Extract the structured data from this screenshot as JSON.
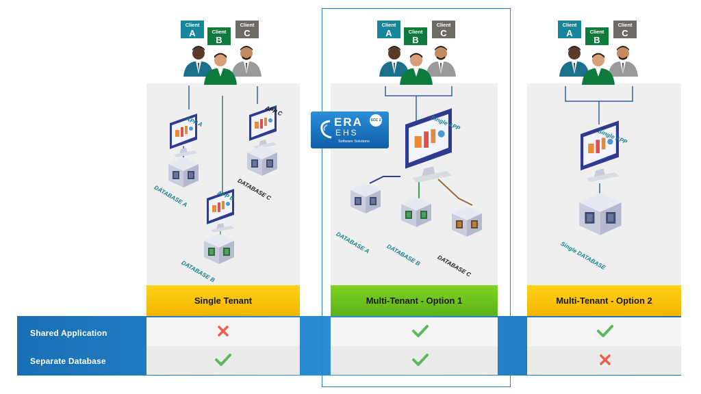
{
  "columns": [
    {
      "title": "Single Tenant",
      "shared_application": "cross",
      "separate_database": "check"
    },
    {
      "title": "Multi-Tenant - Option 1",
      "shared_application": "check",
      "separate_database": "check"
    },
    {
      "title": "Multi-Tenant - Option 2",
      "shared_application": "check",
      "separate_database": "cross"
    }
  ],
  "rows": {
    "shared_application": "Shared Application",
    "separate_database": "Separate Database"
  },
  "clients": {
    "word": "Client",
    "a": "A",
    "b": "B",
    "c": "C"
  },
  "single_tenant_labels": {
    "app_a": "APP A",
    "app_b": "APP B",
    "app_c": "APP C",
    "db_a": "DATABASE A",
    "db_b": "DATABASE B",
    "db_c": "DATABASE C"
  },
  "multi1_labels": {
    "app": "Single APP",
    "db_a": "DATABASE A",
    "db_b": "DATABASE B",
    "db_c": "DATABASE C"
  },
  "multi2_labels": {
    "app": "Single APP",
    "db": "Single DATABASE"
  },
  "logo": {
    "name_top": "ERA",
    "name_bottom": "EHS",
    "tagline": "Software Solutions",
    "badge": "SOC 2"
  },
  "colors": {
    "check": "#5cb85c",
    "cross": "#ec5f4c",
    "accent_blue": "#1e7fc4",
    "client_a": "#17869a",
    "client_b": "#0e7a3c",
    "client_c": "#6e6a66"
  }
}
